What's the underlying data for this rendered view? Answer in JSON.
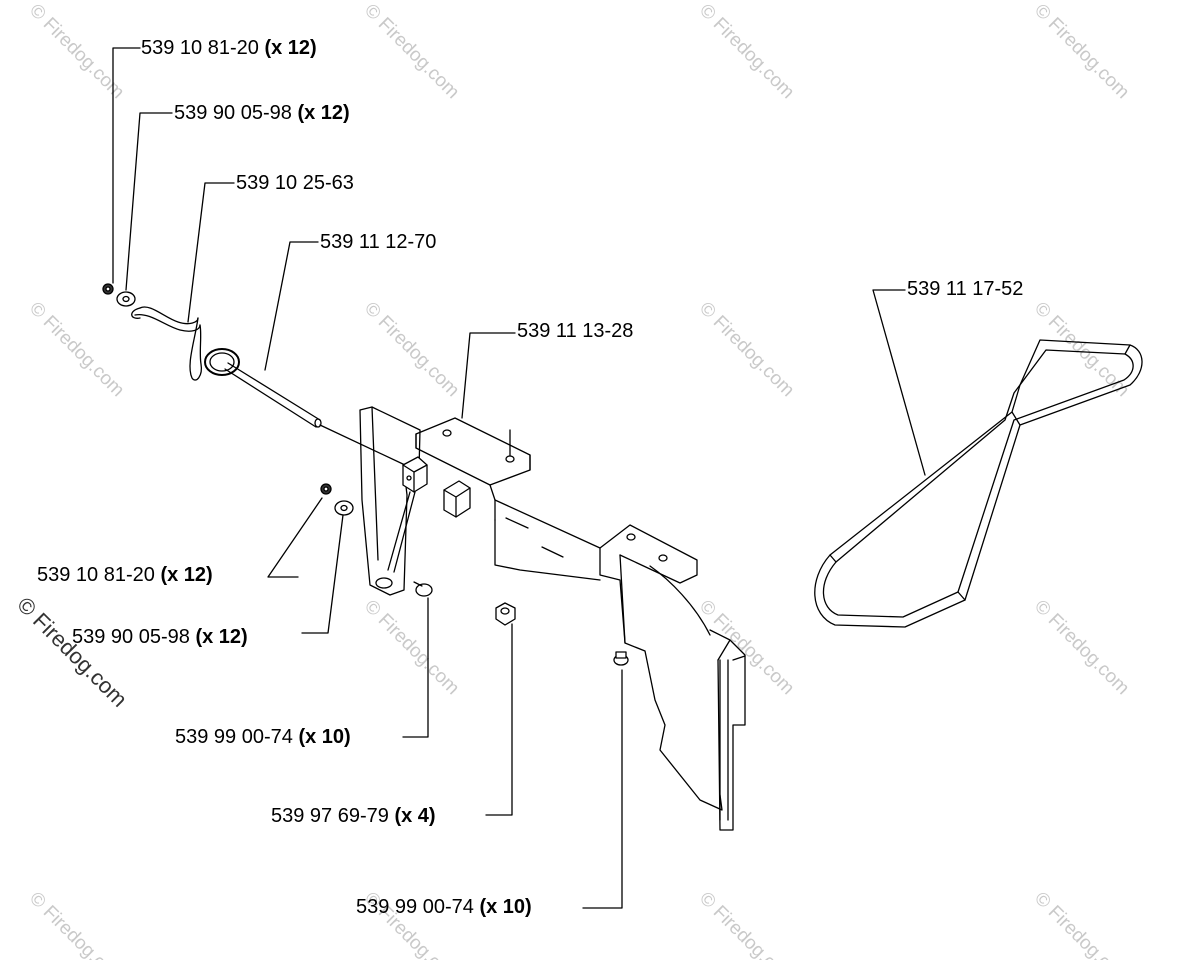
{
  "watermark": "© Firedog.com",
  "parts": [
    {
      "number": "539 10 81-20",
      "qty": "(x 12)"
    },
    {
      "number": "539 90 05-98",
      "qty": "(x 12)"
    },
    {
      "number": "539 10 25-63",
      "qty": ""
    },
    {
      "number": "539 11 12-70",
      "qty": ""
    },
    {
      "number": "539 11 13-28",
      "qty": ""
    },
    {
      "number": "539 11 17-52",
      "qty": ""
    },
    {
      "number": "539 10 81-20",
      "qty": "(x 12)"
    },
    {
      "number": "539 90 05-98",
      "qty": "(x 12)"
    },
    {
      "number": "539 99 00-74",
      "qty": "(x 10)"
    },
    {
      "number": "539 97 69-79",
      "qty": "(x 4)"
    },
    {
      "number": "539 99 00-74",
      "qty": "(x 10)"
    }
  ],
  "colors": {
    "line": "#000000",
    "watermark": "#c9c9c9",
    "paper": "#ffffff"
  }
}
